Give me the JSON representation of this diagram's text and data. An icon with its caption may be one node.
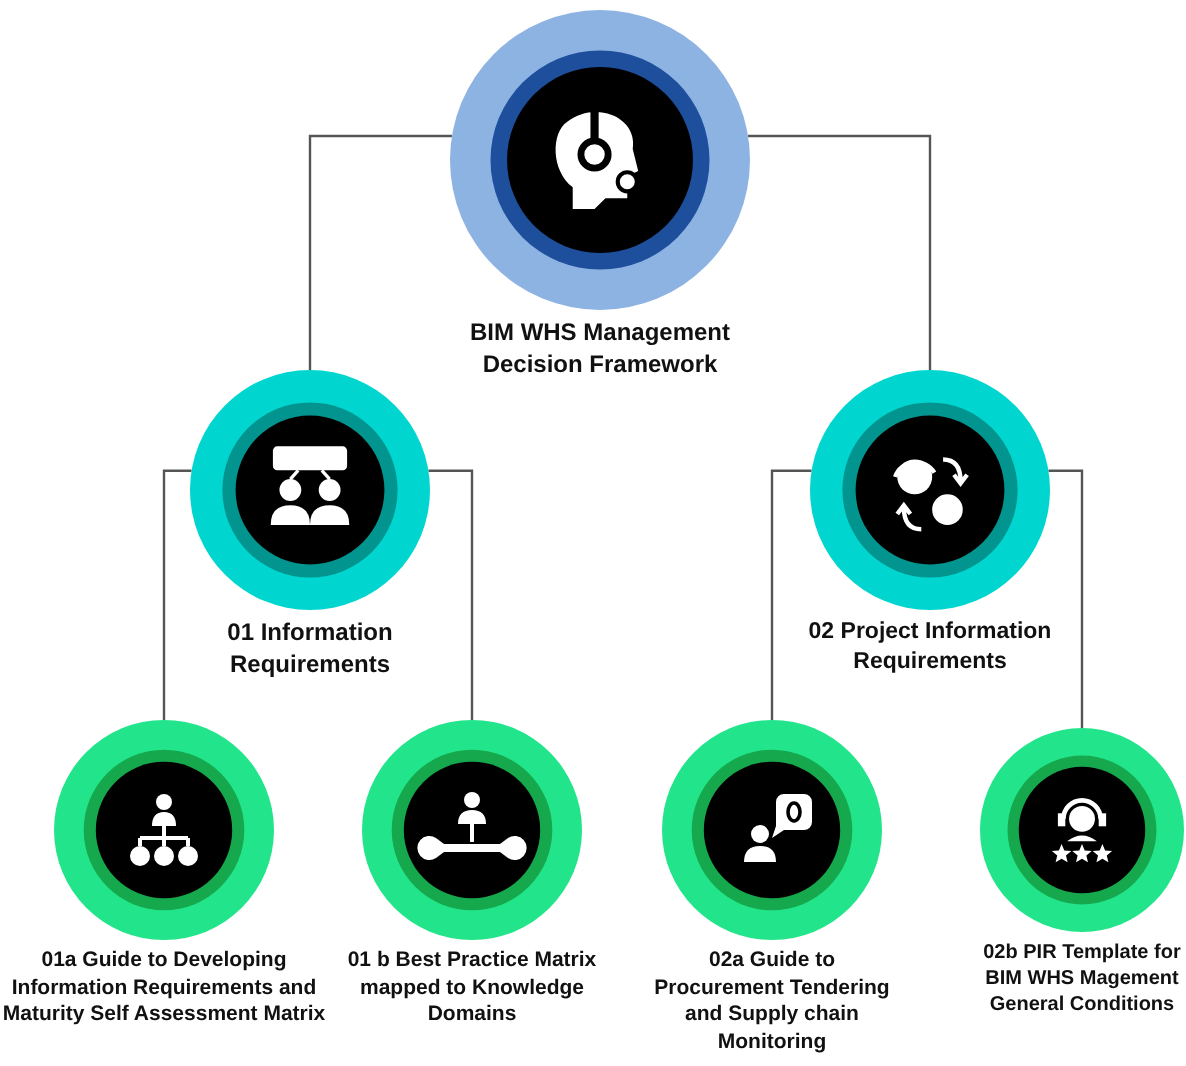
{
  "diagram": {
    "nodes": [
      {
        "text": [
          "BIM WHS Management Decision Framework"
        ]
      },
      {
        "text": [
          "01 Information Requirements"
        ]
      },
      {
        "text": [
          "02 Project Information Requirements"
        ]
      },
      {
        "text": [
          "01a Guide to Developing Information Requirements and Maturity Self Assessment Matrix"
        ]
      },
      {
        "text": [
          "01 b Best Practice Matrix mapped to Knowledge Domains"
        ]
      },
      {
        "text": [
          "02a Guide to Procurement Tendering and Supply chain Monitoring"
        ]
      },
      {
        "text": [
          "02b PIR Template for BIM WHS Magement General Conditions"
        ]
      }
    ],
    "edges": [
      {
        "from": 0,
        "to": 1,
        "arrow": "none"
      },
      {
        "from": 0,
        "to": 2,
        "arrow": "none"
      },
      {
        "from": 1,
        "to": 3,
        "arrow": "none"
      },
      {
        "from": 1,
        "to": 4,
        "arrow": "none"
      },
      {
        "from": 2,
        "to": 5,
        "arrow": "none"
      },
      {
        "from": 2,
        "to": 6,
        "arrow": "none"
      }
    ]
  }
}
